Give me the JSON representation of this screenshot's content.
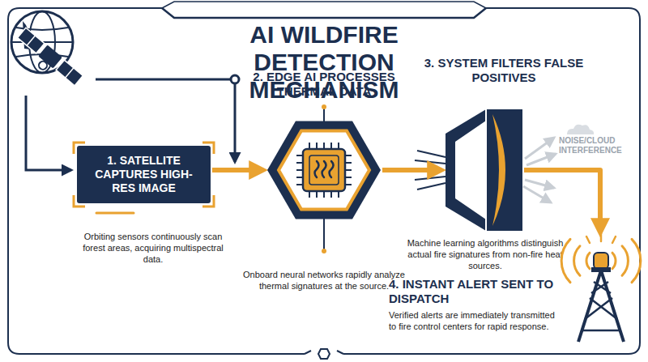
{
  "diagram": {
    "title": "AI WILDFIRE DETECTION MECHANISM",
    "nodes": [
      {
        "text": [
          "1. SATELLITE CAPTURES HIGH-RES IMAGE",
          "Orbiting sensors continuously scan forest areas, acquiring multispectral data."
        ]
      },
      {
        "text": [
          "2. EDGE AI PROCESSES THERMAL DATA",
          "Onboard neural networks rapidly analyze thermal signatures at the source."
        ]
      },
      {
        "text": [
          "3. SYSTEM FILTERS FALSE POSITIVES",
          "Machine learning algorithms distinguish actual fire signatures from non-fire heat sources."
        ]
      },
      {
        "text": [
          "4. INSTANT ALERT SENT TO DISPATCH",
          "Verified alerts are immediately transmitted to fire control centers for rapid response."
        ]
      }
    ],
    "edges": [
      {
        "from": 0,
        "to": 1,
        "arrow": "to"
      },
      {
        "from": 1,
        "to": 2,
        "arrow": "to"
      },
      {
        "from": 2,
        "to": 3,
        "arrow": "to"
      }
    ],
    "labels": [
      "NOISE/CLOUD INTERFERENCE"
    ]
  }
}
